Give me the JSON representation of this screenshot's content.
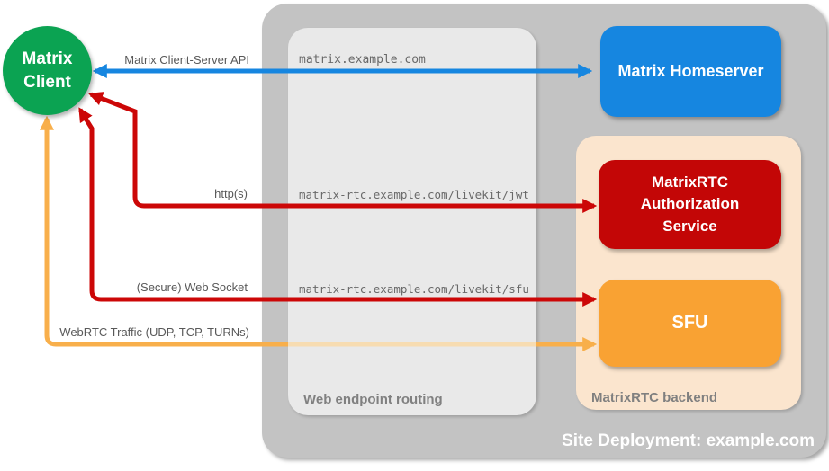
{
  "diagram_title": "Site Deployment: example.com",
  "nodes": {
    "matrix_client": {
      "label": "Matrix Client",
      "color": "#0BA352"
    },
    "matrix_homeserver": {
      "label": "Matrix Homeserver",
      "color": "#1686E0"
    },
    "matrixrtc_authorization_service": {
      "label": "MatrixRTC Authorization Service",
      "color": "#C30606"
    },
    "sfu": {
      "label": "SFU",
      "color": "#F9A233"
    }
  },
  "containers": {
    "site_deployment": {
      "label": "Site Deployment: example.com",
      "color": "#C3C3C3"
    },
    "web_endpoint_routing": {
      "label": "Web endpoint routing",
      "color": "#E9E9E9"
    },
    "matrixrtc_backend": {
      "label": "MatrixRTC backend",
      "color": "#FBE5CE"
    }
  },
  "edges": [
    {
      "id": "client-server-api",
      "label": "Matrix Client-Server API",
      "color": "#1686E0",
      "from": "Matrix Client",
      "to": "Matrix Homeserver",
      "bidirectional": true
    },
    {
      "id": "https",
      "label": "http(s)",
      "color": "#CC0707",
      "from": "Matrix Client",
      "to": "MatrixRTC Authorization Service",
      "bidirectional": true
    },
    {
      "id": "secure-web-socket",
      "label": "(Secure) Web Socket",
      "color": "#CC0707",
      "from": "Matrix Client",
      "to": "SFU",
      "bidirectional": true
    },
    {
      "id": "webrtc-traffic",
      "label": "WebRTC Traffic (UDP, TCP, TURNs)",
      "color": "#F8AF4B",
      "from": "Matrix Client",
      "to": "SFU",
      "bidirectional": true
    }
  ],
  "endpoints": [
    {
      "host": "matrix.example.com"
    },
    {
      "host": "matrix-rtc.example.com/livekit/jwt"
    },
    {
      "host": "matrix-rtc.example.com/livekit/sfu"
    }
  ]
}
